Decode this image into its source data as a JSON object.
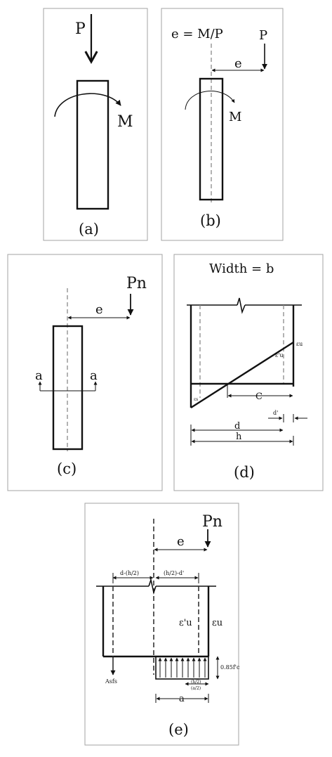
{
  "panel_a": {
    "load_label": "P",
    "moment_label": "M",
    "caption": "(a)"
  },
  "panel_b": {
    "eccentricity_formula": "e = M/P",
    "load_label": "P",
    "eccentricity_label": "e",
    "moment_label": "M",
    "caption": "(b)"
  },
  "panel_c": {
    "load_label": "Pn",
    "eccentricity_label": "e",
    "section_left": "a",
    "section_right": "a",
    "caption": "(c)"
  },
  "panel_d": {
    "width_label": "Width = b",
    "strain_compression_steel": "ε'u",
    "strain_concrete": "εu",
    "strain_tension_steel": "εs",
    "neutral_axis_depth": "C",
    "cover_label": "d'",
    "effective_depth": "d",
    "total_depth": "h",
    "caption": "(d)"
  },
  "panel_e": {
    "load_label": "Pn",
    "eccentricity_label": "e",
    "arm_left": "d-(h/2)",
    "arm_right": "(h/2)-d'",
    "strain_compression_steel": "ε'u",
    "strain_concrete": "εu",
    "stress_block": "0.85f'c",
    "stress_sub_top": "(h/2)",
    "stress_sub_bottom": "(a/2)",
    "tension_force": "Asfs",
    "block_depth": "a",
    "caption": "(e)"
  }
}
